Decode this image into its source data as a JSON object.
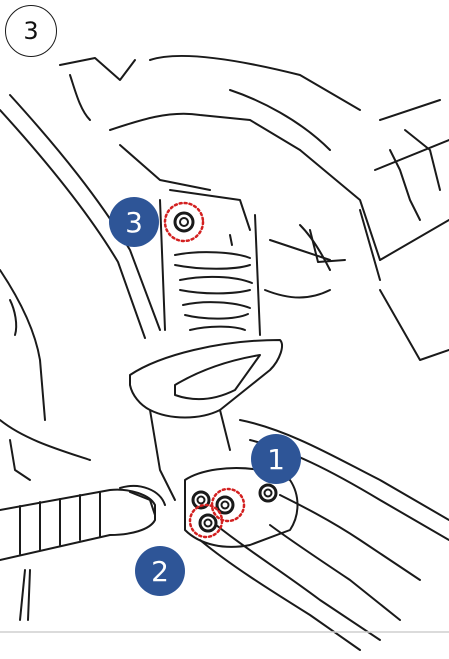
{
  "figure": {
    "step_number": "3",
    "callouts": [
      {
        "label": "1",
        "part": "bolt"
      },
      {
        "label": "2",
        "part": "bolt pair"
      },
      {
        "label": "3",
        "part": "bolt"
      }
    ],
    "colors": {
      "callout_fill": "#2e5597",
      "callout_text": "#ffffff",
      "highlight_ring": "#d32020",
      "line_art": "#1a1a1a"
    }
  }
}
